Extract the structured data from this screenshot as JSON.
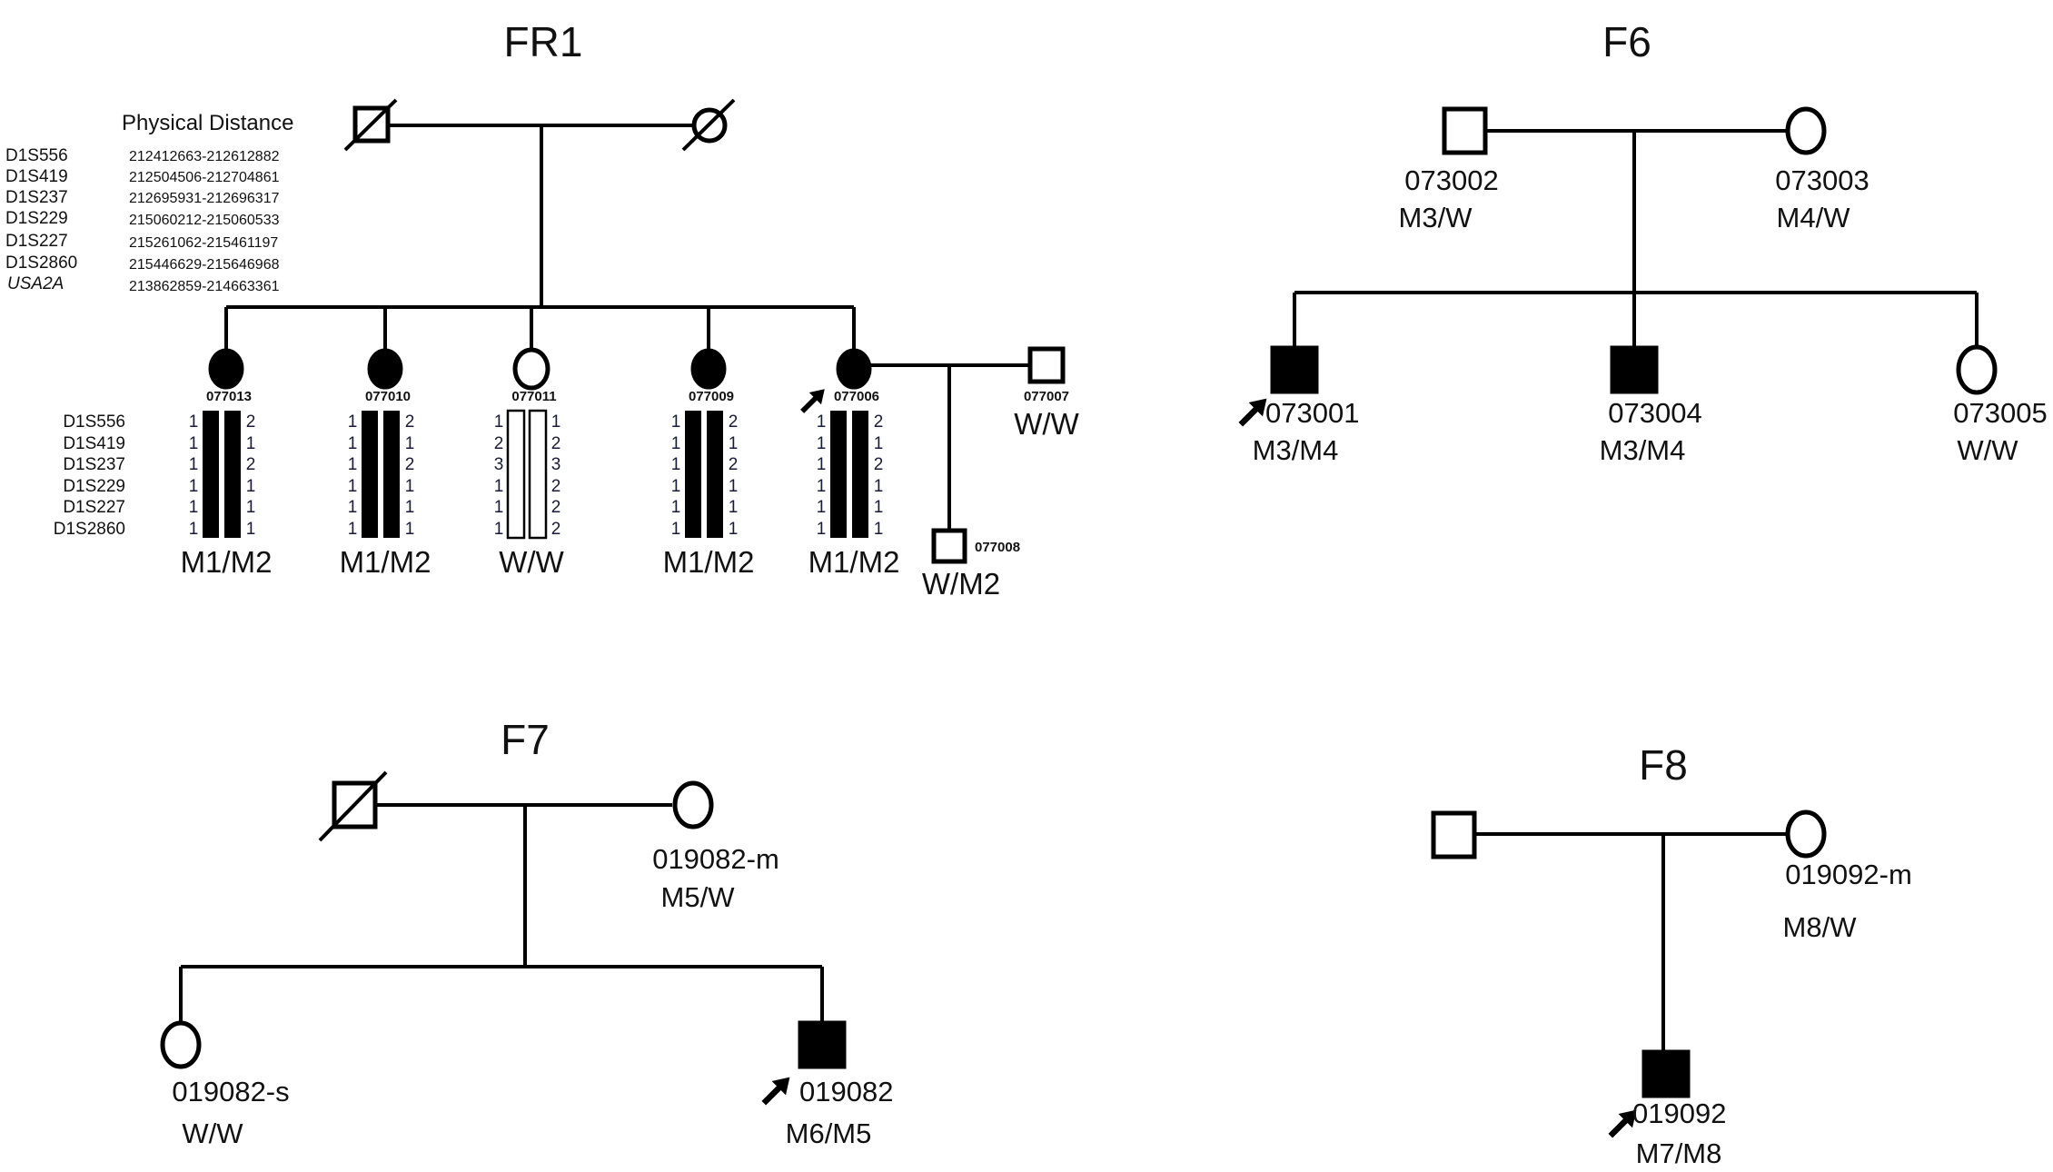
{
  "families": {
    "fr1": {
      "title": "FR1",
      "physical_distance_header": "Physical Distance",
      "markers": [
        {
          "name": "D1S556",
          "range": "212412663-212612882"
        },
        {
          "name": "D1S419",
          "range": "212504506-212704861"
        },
        {
          "name": "D1S237",
          "range": "212695931-212696317"
        },
        {
          "name": "D1S229",
          "range": "215060212-215060533"
        },
        {
          "name": "D1S227",
          "range": "215261062-215461197"
        },
        {
          "name": "D1S2860",
          "range": "215446629-215646968"
        },
        {
          "name": "USA2A",
          "range": "213862859-214663361"
        }
      ],
      "haplotype_markers": [
        "D1S556",
        "D1S419",
        "D1S237",
        "D1S229",
        "D1S227",
        "D1S2860"
      ],
      "parents": {
        "father": {
          "sex": "male",
          "affected": false,
          "deceased": true
        },
        "mother": {
          "sex": "female",
          "affected": false,
          "deceased": true
        }
      },
      "children": [
        {
          "id": "077013",
          "sex": "female",
          "affected": true,
          "proband": false,
          "genotype": "M1/M2",
          "hap_left": [
            "1",
            "1",
            "1",
            "1",
            "1",
            "1"
          ],
          "hap_right": [
            "2",
            "1",
            "2",
            "1",
            "1",
            "1"
          ],
          "bars_filled": true
        },
        {
          "id": "077010",
          "sex": "female",
          "affected": true,
          "proband": false,
          "genotype": "M1/M2",
          "hap_left": [
            "1",
            "1",
            "1",
            "1",
            "1",
            "1"
          ],
          "hap_right": [
            "2",
            "1",
            "2",
            "1",
            "1",
            "1"
          ],
          "bars_filled": true
        },
        {
          "id": "077011",
          "sex": "female",
          "affected": false,
          "proband": false,
          "genotype": "W/W",
          "hap_left": [
            "1",
            "2",
            "3",
            "1",
            "1",
            "1"
          ],
          "hap_right": [
            "1",
            "2",
            "3",
            "2",
            "2",
            "2"
          ],
          "bars_filled": false
        },
        {
          "id": "077009",
          "sex": "female",
          "affected": true,
          "proband": false,
          "genotype": "M1/M2",
          "hap_left": [
            "1",
            "1",
            "1",
            "1",
            "1",
            "1"
          ],
          "hap_right": [
            "2",
            "1",
            "2",
            "1",
            "1",
            "1"
          ],
          "bars_filled": true
        },
        {
          "id": "077006",
          "sex": "female",
          "affected": true,
          "proband": true,
          "genotype": "M1/M2",
          "hap_left": [
            "1",
            "1",
            "1",
            "1",
            "1",
            "1"
          ],
          "hap_right": [
            "2",
            "1",
            "2",
            "1",
            "1",
            "1"
          ],
          "bars_filled": true
        }
      ],
      "spouse": {
        "id": "077007",
        "sex": "male",
        "affected": false,
        "genotype": "W/W"
      },
      "grandchild": {
        "id": "077008",
        "sex": "male",
        "affected": false,
        "genotype": "W/M2"
      }
    },
    "f6": {
      "title": "F6",
      "father": {
        "id": "073002",
        "sex": "male",
        "affected": false,
        "genotype": "M3/W"
      },
      "mother": {
        "id": "073003",
        "sex": "female",
        "affected": false,
        "genotype": "M4/W"
      },
      "children": [
        {
          "id": "073001",
          "sex": "male",
          "affected": true,
          "proband": true,
          "genotype": "M3/M4"
        },
        {
          "id": "073004",
          "sex": "male",
          "affected": true,
          "proband": false,
          "genotype": "M3/M4"
        },
        {
          "id": "073005",
          "sex": "female",
          "affected": false,
          "proband": false,
          "genotype": "W/W"
        }
      ]
    },
    "f7": {
      "title": "F7",
      "father": {
        "sex": "male",
        "affected": false,
        "deceased": true
      },
      "mother": {
        "id": "019082-m",
        "sex": "female",
        "affected": false,
        "genotype": "M5/W"
      },
      "children": [
        {
          "id": "019082-s",
          "sex": "female",
          "affected": false,
          "proband": false,
          "genotype": "W/W"
        },
        {
          "id": "019082",
          "sex": "male",
          "affected": true,
          "proband": true,
          "genotype": "M6/M5"
        }
      ]
    },
    "f8": {
      "title": "F8",
      "father": {
        "sex": "male",
        "affected": false
      },
      "mother": {
        "id": "019092-m",
        "sex": "female",
        "affected": false,
        "genotype": "M8/W"
      },
      "child": {
        "id": "019092",
        "sex": "male",
        "affected": true,
        "proband": true,
        "genotype": "M7/M8"
      }
    }
  }
}
